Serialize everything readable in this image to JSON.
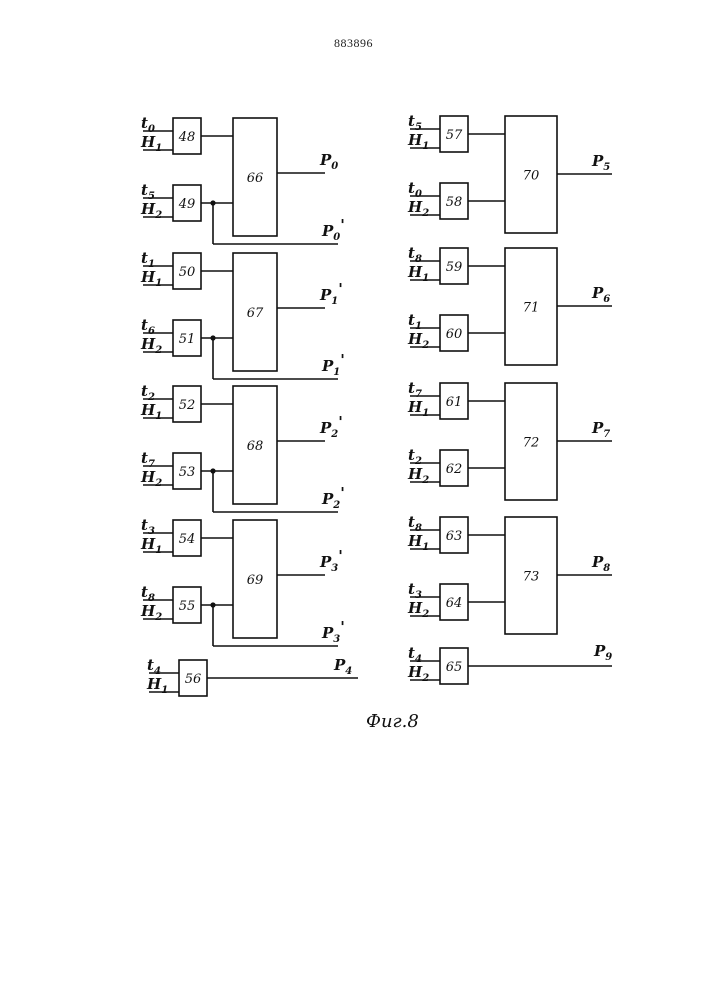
{
  "document": {
    "patent_number": "883896",
    "caption": "Фиг.8"
  },
  "left_column": {
    "groups": [
      {
        "rows": [
          {
            "t": "0",
            "h": "1",
            "block": "48"
          },
          {
            "t": "5",
            "h": "2",
            "block": "49"
          }
        ],
        "combiner": "66",
        "output": {
          "sub": "0",
          "prime": ""
        },
        "tap": {
          "sub": "0",
          "prime": "'"
        }
      },
      {
        "rows": [
          {
            "t": "1",
            "h": "1",
            "block": "50"
          },
          {
            "t": "6",
            "h": "2",
            "block": "51"
          }
        ],
        "combiner": "67",
        "output": {
          "sub": "1",
          "prime": "'"
        },
        "tap": {
          "sub": "1",
          "prime": "'"
        }
      },
      {
        "rows": [
          {
            "t": "2",
            "h": "1",
            "block": "52"
          },
          {
            "t": "7",
            "h": "2",
            "block": "53"
          }
        ],
        "combiner": "68",
        "output": {
          "sub": "2",
          "prime": "'"
        },
        "tap": {
          "sub": "2",
          "prime": "'"
        }
      },
      {
        "rows": [
          {
            "t": "3",
            "h": "1",
            "block": "54"
          },
          {
            "t": "8",
            "h": "2",
            "block": "55"
          }
        ],
        "combiner": "69",
        "output": {
          "sub": "3",
          "prime": "'"
        },
        "tap": {
          "sub": "3",
          "prime": "'"
        }
      }
    ],
    "single": {
      "t": "4",
      "h": "1",
      "block": "56",
      "output": {
        "sub": "4",
        "prime": ""
      }
    }
  },
  "right_column": {
    "groups": [
      {
        "rows": [
          {
            "t": "5",
            "h": "1",
            "block": "57"
          },
          {
            "t": "0",
            "h": "2",
            "block": "58"
          }
        ],
        "combiner": "70",
        "output": {
          "sub": "5",
          "prime": ""
        }
      },
      {
        "rows": [
          {
            "t": "8",
            "h": "1",
            "block": "59"
          },
          {
            "t": "1",
            "h": "2",
            "block": "60"
          }
        ],
        "combiner": "71",
        "output": {
          "sub": "6",
          "prime": ""
        }
      },
      {
        "rows": [
          {
            "t": "7",
            "h": "1",
            "block": "61"
          },
          {
            "t": "2",
            "h": "2",
            "block": "62"
          }
        ],
        "combiner": "72",
        "output": {
          "sub": "7",
          "prime": ""
        }
      },
      {
        "rows": [
          {
            "t": "8",
            "h": "1",
            "block": "63"
          },
          {
            "t": "3",
            "h": "2",
            "block": "64"
          }
        ],
        "combiner": "73",
        "output": {
          "sub": "8",
          "prime": ""
        }
      }
    ],
    "single": {
      "t": "4",
      "h": "2",
      "block": "65",
      "output": {
        "sub": "9",
        "prime": ""
      }
    }
  },
  "symbols": {
    "time": "t",
    "hypothesis": "H",
    "output": "P"
  }
}
